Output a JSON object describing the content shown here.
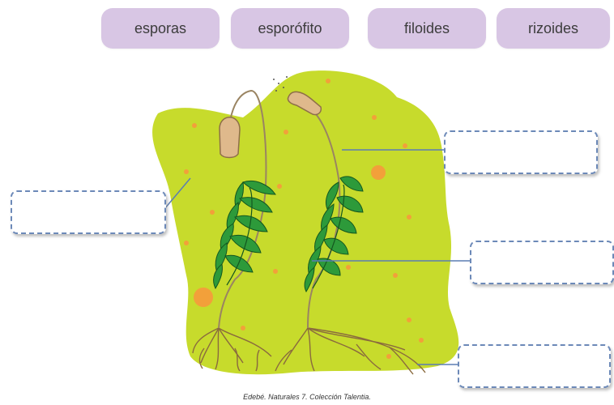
{
  "word_bank": [
    "esporas",
    "esporófito",
    "filoides",
    "rizoides"
  ],
  "answer_boxes": [
    "",
    "",
    "",
    ""
  ],
  "caption": "Edebé. Naturales 7. Colección Talentia."
}
